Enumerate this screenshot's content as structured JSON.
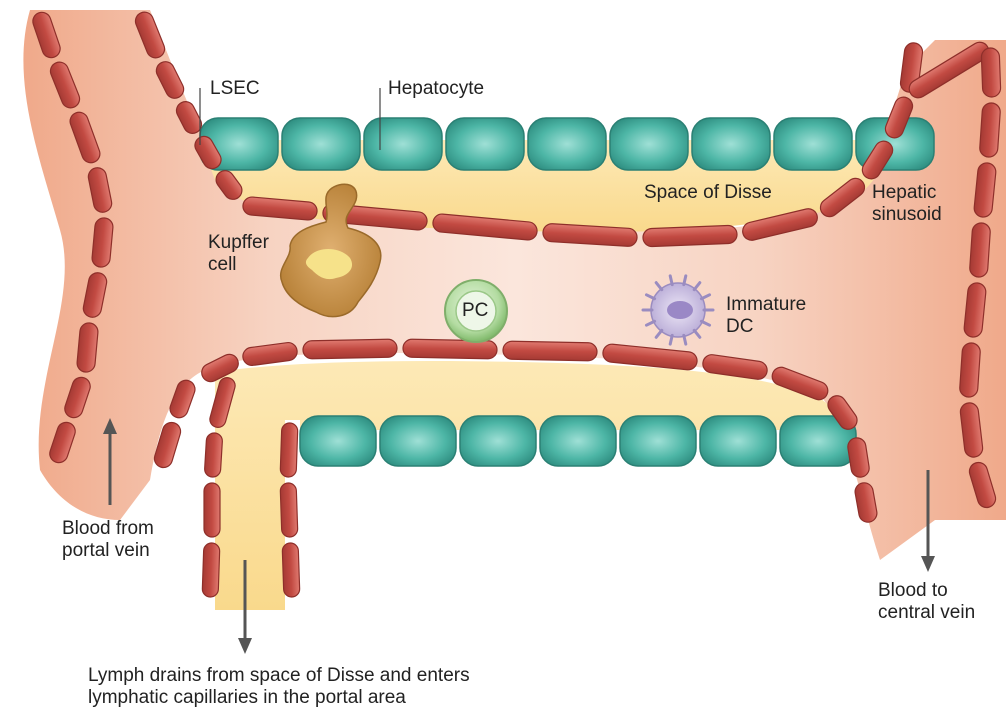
{
  "labels": {
    "lsec": "LSEC",
    "hepatocyte": "Hepatocyte",
    "space_of_disse": "Space of Disse",
    "hepatic_sinusoid": "Hepatic\nsinusoid",
    "kupffer_cell": "Kupffer\ncell",
    "pc": "PC",
    "immature_dc": "Immature\nDC",
    "blood_from_portal_vein": "Blood from\nportal vein",
    "blood_to_central_vein": "Blood to\ncentral vein",
    "lymph_drains": "Lymph drains from space of Disse and enters\nlymphatic capillaries in the portal area"
  },
  "colors": {
    "vessel_fill": "#f2b79a",
    "vessel_center": "#f9ddd0",
    "disse_fill": "#fbe2a3",
    "endothelial_cell": "#c9524a",
    "hepatocyte": "#3fa89a",
    "kupffer_cell": "#c28a3c",
    "pc_cell": "#a8d498",
    "dc_cell": "#c3b6dc",
    "arrow": "#555555"
  }
}
